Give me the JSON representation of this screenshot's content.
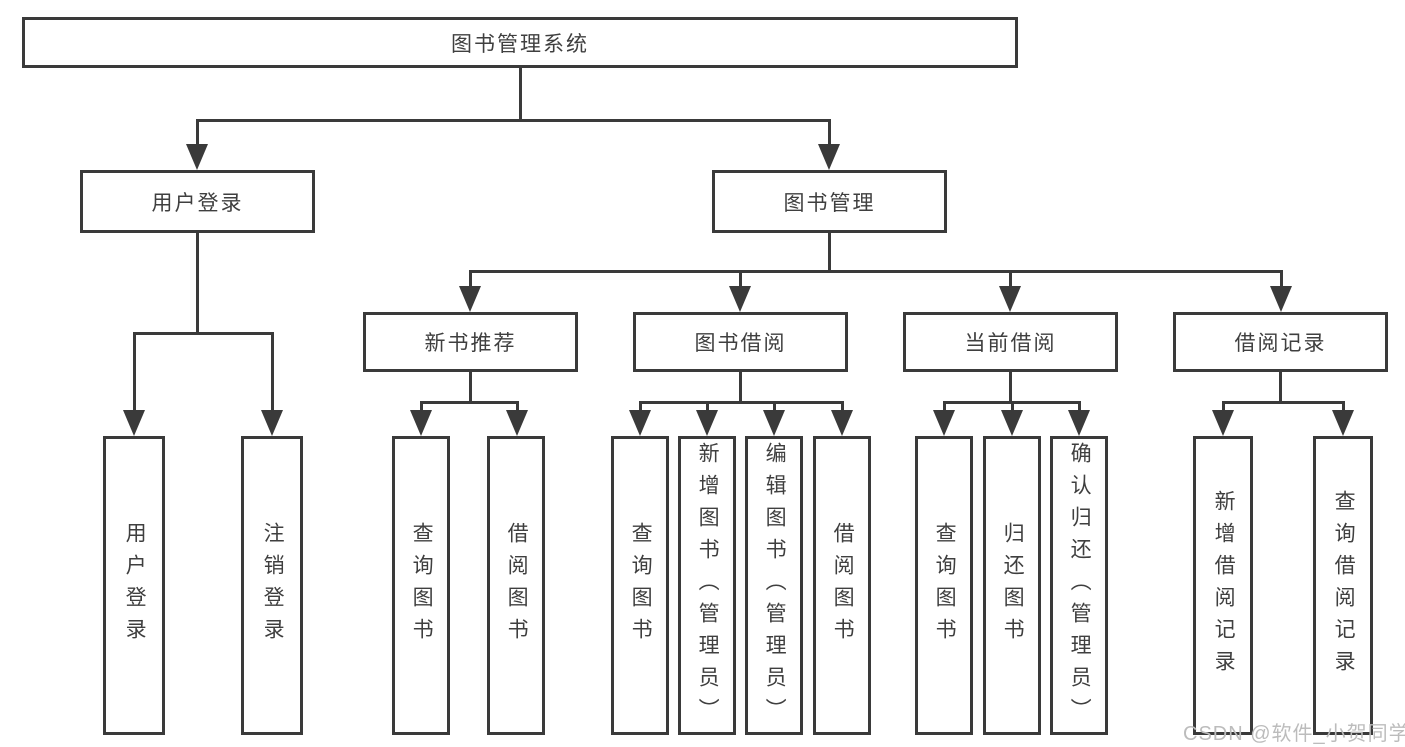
{
  "nodes": {
    "root": "图书管理系统",
    "l2": [
      "用户登录",
      "图书管理"
    ],
    "l3": [
      "新书推荐",
      "图书借阅",
      "当前借阅",
      "借阅记录"
    ],
    "leaves_user": [
      "用户登录",
      "注销登录"
    ],
    "leaves_newbook": [
      "查询图书",
      "借阅图书"
    ],
    "leaves_borrow": [
      "查询图书",
      "新增图书（管理员）",
      "编辑图书（管理员）",
      "借阅图书"
    ],
    "leaves_current": [
      "查询图书",
      "归还图书",
      "确认归还（管理员）"
    ],
    "leaves_record": [
      "新增借阅记录",
      "查询借阅记录"
    ]
  },
  "watermark": "CSDN @软件_小贺同学",
  "colors": {
    "line": "#3a3a3a",
    "text": "#3f3f3f",
    "background": "#ffffff",
    "watermark": "#bcbcbc"
  }
}
